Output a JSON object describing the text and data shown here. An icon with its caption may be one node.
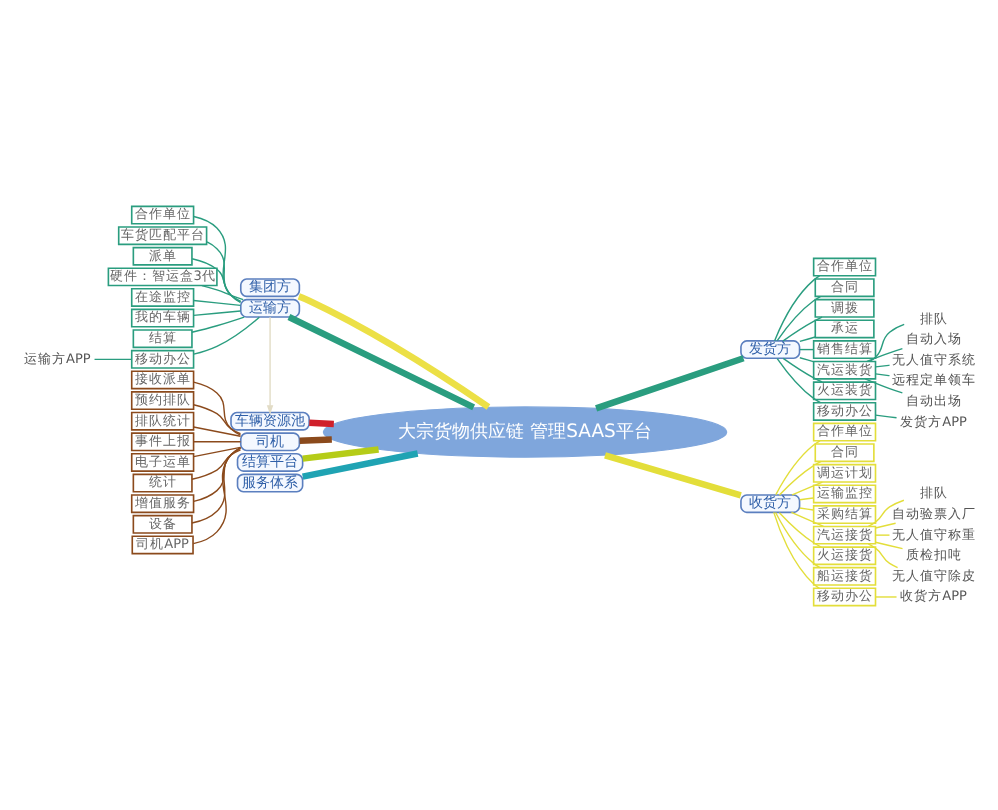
{
  "diagram": {
    "nodes": [
      {
        "text": [
          "大宗货物供应链 管理SAAS平台"
        ]
      },
      {
        "text": [
          "集团方"
        ]
      },
      {
        "text": [
          "运输方"
        ]
      },
      {
        "text": [
          "合作单位"
        ]
      },
      {
        "text": [
          "车货匹配平台"
        ]
      },
      {
        "text": [
          "派单"
        ]
      },
      {
        "text": [
          "硬件：智运盒3代"
        ]
      },
      {
        "text": [
          "在途监控"
        ]
      },
      {
        "text": [
          "我的车辆"
        ]
      },
      {
        "text": [
          "结算"
        ]
      },
      {
        "text": [
          "移动办公"
        ]
      },
      {
        "text": [
          "运输方APP"
        ]
      },
      {
        "text": [
          "司机"
        ]
      },
      {
        "text": [
          "接收派单"
        ]
      },
      {
        "text": [
          "预约排队"
        ]
      },
      {
        "text": [
          "排队统计"
        ]
      },
      {
        "text": [
          "事件上报"
        ]
      },
      {
        "text": [
          "电子运单"
        ]
      },
      {
        "text": [
          "统计"
        ]
      },
      {
        "text": [
          "增值服务"
        ]
      },
      {
        "text": [
          "设备"
        ]
      },
      {
        "text": [
          "司机APP"
        ]
      },
      {
        "text": [
          "车辆资源池"
        ]
      },
      {
        "text": [
          "结算平台"
        ]
      },
      {
        "text": [
          "服务体系"
        ]
      },
      {
        "text": [
          "发货方"
        ]
      },
      {
        "text": [
          "合作单位"
        ]
      },
      {
        "text": [
          "合同"
        ]
      },
      {
        "text": [
          "调拨"
        ]
      },
      {
        "text": [
          "承运"
        ]
      },
      {
        "text": [
          "销售结算"
        ]
      },
      {
        "text": [
          "汽运装货"
        ]
      },
      {
        "text": [
          "排队"
        ]
      },
      {
        "text": [
          "自动入场"
        ]
      },
      {
        "text": [
          "无人值守系统"
        ]
      },
      {
        "text": [
          "远程定单领车"
        ]
      },
      {
        "text": [
          "自动出场"
        ]
      },
      {
        "text": [
          "火运装货"
        ]
      },
      {
        "text": [
          "移动办公"
        ]
      },
      {
        "text": [
          "发货方APP"
        ]
      },
      {
        "text": [
          "收货方"
        ]
      },
      {
        "text": [
          "合作单位"
        ]
      },
      {
        "text": [
          "合同"
        ]
      },
      {
        "text": [
          "调运计划"
        ]
      },
      {
        "text": [
          "运输监控"
        ]
      },
      {
        "text": [
          "采购结算"
        ]
      },
      {
        "text": [
          "汽运接货"
        ]
      },
      {
        "text": [
          "排队"
        ]
      },
      {
        "text": [
          "自动验票入厂"
        ]
      },
      {
        "text": [
          "无人值守称重"
        ]
      },
      {
        "text": [
          "质检扣吨"
        ]
      },
      {
        "text": [
          "无人值守除皮"
        ]
      },
      {
        "text": [
          "火运接货"
        ]
      },
      {
        "text": [
          "船运接货"
        ]
      },
      {
        "text": [
          "移动办公"
        ]
      },
      {
        "text": [
          "收货方APP"
        ]
      }
    ],
    "edges": [
      {
        "from": 0,
        "to": 1,
        "arrow": "none",
        "style": "thick",
        "color": "#ece046"
      },
      {
        "from": 0,
        "to": 2,
        "arrow": "none",
        "style": "thick"
      },
      {
        "from": 2,
        "to": 3,
        "arrow": "none"
      },
      {
        "from": 2,
        "to": 4,
        "arrow": "none"
      },
      {
        "from": 2,
        "to": 5,
        "arrow": "none"
      },
      {
        "from": 2,
        "to": 6,
        "arrow": "none"
      },
      {
        "from": 2,
        "to": 7,
        "arrow": "none"
      },
      {
        "from": 2,
        "to": 8,
        "arrow": "none"
      },
      {
        "from": 2,
        "to": 9,
        "arrow": "none"
      },
      {
        "from": 2,
        "to": 10,
        "arrow": "none"
      },
      {
        "from": 10,
        "to": 11,
        "arrow": "none"
      },
      {
        "from": 2,
        "to": 22,
        "arrow": "to",
        "color": "#e2dcc6"
      },
      {
        "from": 0,
        "to": 12,
        "arrow": "none",
        "style": "thick",
        "color": "#8b4a1c"
      },
      {
        "from": 12,
        "to": 13,
        "arrow": "none",
        "color": "#8b4a1c"
      },
      {
        "from": 12,
        "to": 14,
        "arrow": "none",
        "color": "#8b4a1c"
      },
      {
        "from": 12,
        "to": 15,
        "arrow": "none",
        "color": "#8b4a1c"
      },
      {
        "from": 12,
        "to": 16,
        "arrow": "none",
        "color": "#8b4a1c"
      },
      {
        "from": 12,
        "to": 17,
        "arrow": "none",
        "color": "#8b4a1c"
      },
      {
        "from": 12,
        "to": 18,
        "arrow": "none",
        "color": "#8b4a1c"
      },
      {
        "from": 12,
        "to": 19,
        "arrow": "none",
        "color": "#8b4a1c"
      },
      {
        "from": 12,
        "to": 20,
        "arrow": "none",
        "color": "#8b4a1c"
      },
      {
        "from": 12,
        "to": 21,
        "arrow": "none",
        "color": "#8b4a1c"
      },
      {
        "from": 0,
        "to": 22,
        "arrow": "none",
        "style": "thick",
        "color": "#d0202a"
      },
      {
        "from": 0,
        "to": 23,
        "arrow": "none",
        "style": "thick",
        "color": "#b5cc18"
      },
      {
        "from": 0,
        "to": 24,
        "arrow": "none",
        "style": "thick",
        "color": "#1fa3b3"
      },
      {
        "from": 0,
        "to": 25,
        "arrow": "none",
        "style": "thick"
      },
      {
        "from": 25,
        "to": 26,
        "arrow": "none"
      },
      {
        "from": 25,
        "to": 27,
        "arrow": "none"
      },
      {
        "from": 25,
        "to": 28,
        "arrow": "none"
      },
      {
        "from": 25,
        "to": 29,
        "arrow": "none"
      },
      {
        "from": 25,
        "to": 30,
        "arrow": "none"
      },
      {
        "from": 25,
        "to": 31,
        "arrow": "none"
      },
      {
        "from": 31,
        "to": 32,
        "arrow": "none"
      },
      {
        "from": 31,
        "to": 33,
        "arrow": "none"
      },
      {
        "from": 31,
        "to": 34,
        "arrow": "none"
      },
      {
        "from": 31,
        "to": 35,
        "arrow": "none"
      },
      {
        "from": 31,
        "to": 36,
        "arrow": "none"
      },
      {
        "from": 25,
        "to": 37,
        "arrow": "none"
      },
      {
        "from": 25,
        "to": 38,
        "arrow": "none"
      },
      {
        "from": 38,
        "to": 39,
        "arrow": "none"
      },
      {
        "from": 0,
        "to": 40,
        "arrow": "none",
        "style": "thick",
        "color": "#e3de3a"
      },
      {
        "from": 40,
        "to": 41,
        "arrow": "none",
        "color": "#e3de3a"
      },
      {
        "from": 40,
        "to": 42,
        "arrow": "none",
        "color": "#e3de3a"
      },
      {
        "from": 40,
        "to": 43,
        "arrow": "none",
        "color": "#e3de3a"
      },
      {
        "from": 40,
        "to": 44,
        "arrow": "none",
        "color": "#e3de3a"
      },
      {
        "from": 40,
        "to": 45,
        "arrow": "none",
        "color": "#e3de3a"
      },
      {
        "from": 40,
        "to": 46,
        "arrow": "none",
        "color": "#e3de3a"
      },
      {
        "from": 46,
        "to": 47,
        "arrow": "none",
        "color": "#e3de3a"
      },
      {
        "from": 46,
        "to": 48,
        "arrow": "none",
        "color": "#e3de3a"
      },
      {
        "from": 46,
        "to": 49,
        "arrow": "none",
        "color": "#e3de3a"
      },
      {
        "from": 46,
        "to": 50,
        "arrow": "none",
        "color": "#e3de3a"
      },
      {
        "from": 46,
        "to": 51,
        "arrow": "none",
        "color": "#e3de3a"
      },
      {
        "from": 40,
        "to": 52,
        "arrow": "none",
        "color": "#e3de3a"
      },
      {
        "from": 40,
        "to": 53,
        "arrow": "none",
        "color": "#e3de3a"
      },
      {
        "from": 40,
        "to": 54,
        "arrow": "none",
        "color": "#e3de3a"
      },
      {
        "from": 54,
        "to": 55,
        "arrow": "none",
        "color": "#e3de3a"
      }
    ]
  }
}
